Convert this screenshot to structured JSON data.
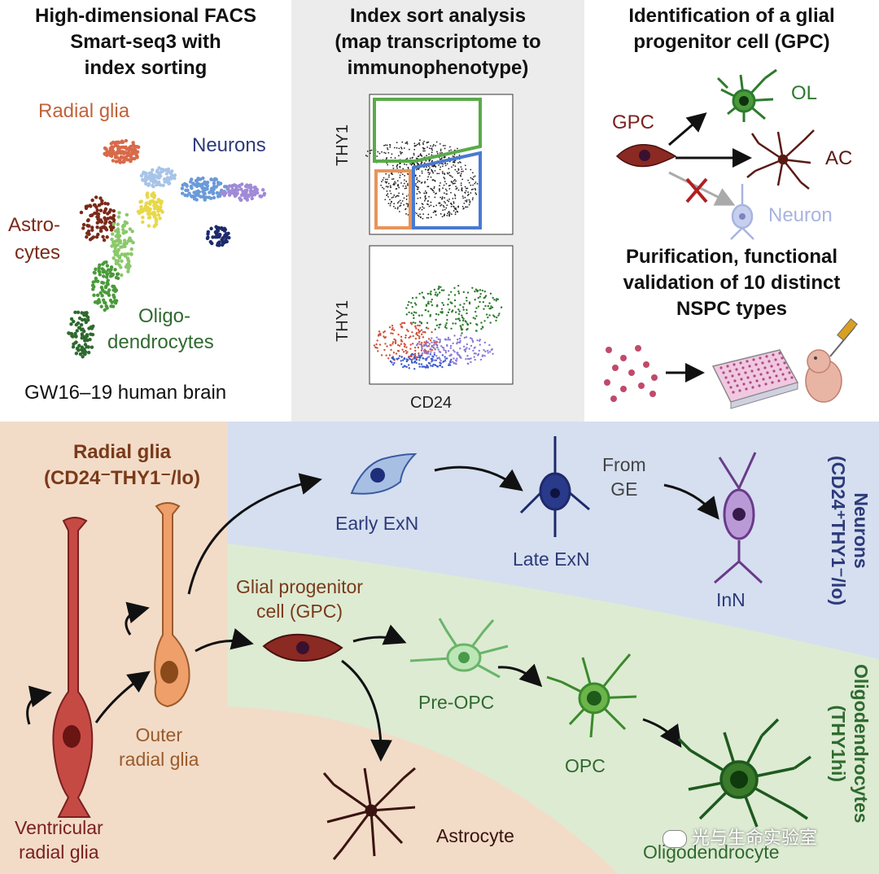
{
  "panels": {
    "facs": {
      "title_lines": [
        "High-dimensional FACS",
        "Smart-seq3 with",
        "index sorting"
      ],
      "labels": {
        "radial_glia": "Radial glia",
        "neurons": "Neurons",
        "astrocytes_line1": "Astro-",
        "astrocytes_line2": "cytes",
        "oligo_line1": "Oligo-",
        "oligo_line2": "dendrocytes"
      },
      "footer": "GW16–19 human brain"
    },
    "index_sort": {
      "title_lines": [
        "Index sort analysis",
        "(map transcriptome to",
        "immunophenotype)"
      ],
      "y_label_top": "THY1",
      "y_label_bottom": "THY1",
      "x_label": "CD24"
    },
    "gpc": {
      "title_lines": [
        "Identification of a glial",
        "progenitor cell (GPC)"
      ],
      "labels": {
        "gpc": "GPC",
        "ol": "OL",
        "ac": "AC",
        "neuron": "Neuron"
      },
      "purification_lines": [
        "Purification, functional",
        "validation of 10 distinct",
        "NSPC types"
      ]
    }
  },
  "lineage": {
    "radial_glia_title": "Radial glia",
    "radial_glia_marker": "(CD24⁻THY1⁻/lo)",
    "neurons_group": [
      "Neurons",
      "(CD24⁺THY1⁻/lo)"
    ],
    "oligo_group": [
      "Oligodendrocytes",
      "(THY1hi)"
    ],
    "cells": {
      "ventricular": [
        "Ventricular",
        "radial glia"
      ],
      "outer": [
        "Outer",
        "radial glia"
      ],
      "early_exn": "Early ExN",
      "late_exn": "Late ExN",
      "from_ge": [
        "From",
        "GE"
      ],
      "inn": "InN",
      "gpc": [
        "Glial progenitor",
        "cell (GPC)"
      ],
      "pre_opc": "Pre-OPC",
      "opc": "OPC",
      "astrocyte": "Astrocyte",
      "oligodendrocyte": "Oligodendrocyte"
    },
    "watermark": "光与生命实验室"
  },
  "colors": {
    "radial_glia": "#c0623a",
    "neurons": "#2d3a7a",
    "astrocytes": "#7a2a1a",
    "oligodendrocytes": "#2f6a2f",
    "gpc": "#7a2020",
    "background_radial": "#f2dcc8",
    "background_neuron": "#d5dff0",
    "background_oligo": "#ddebd3"
  }
}
